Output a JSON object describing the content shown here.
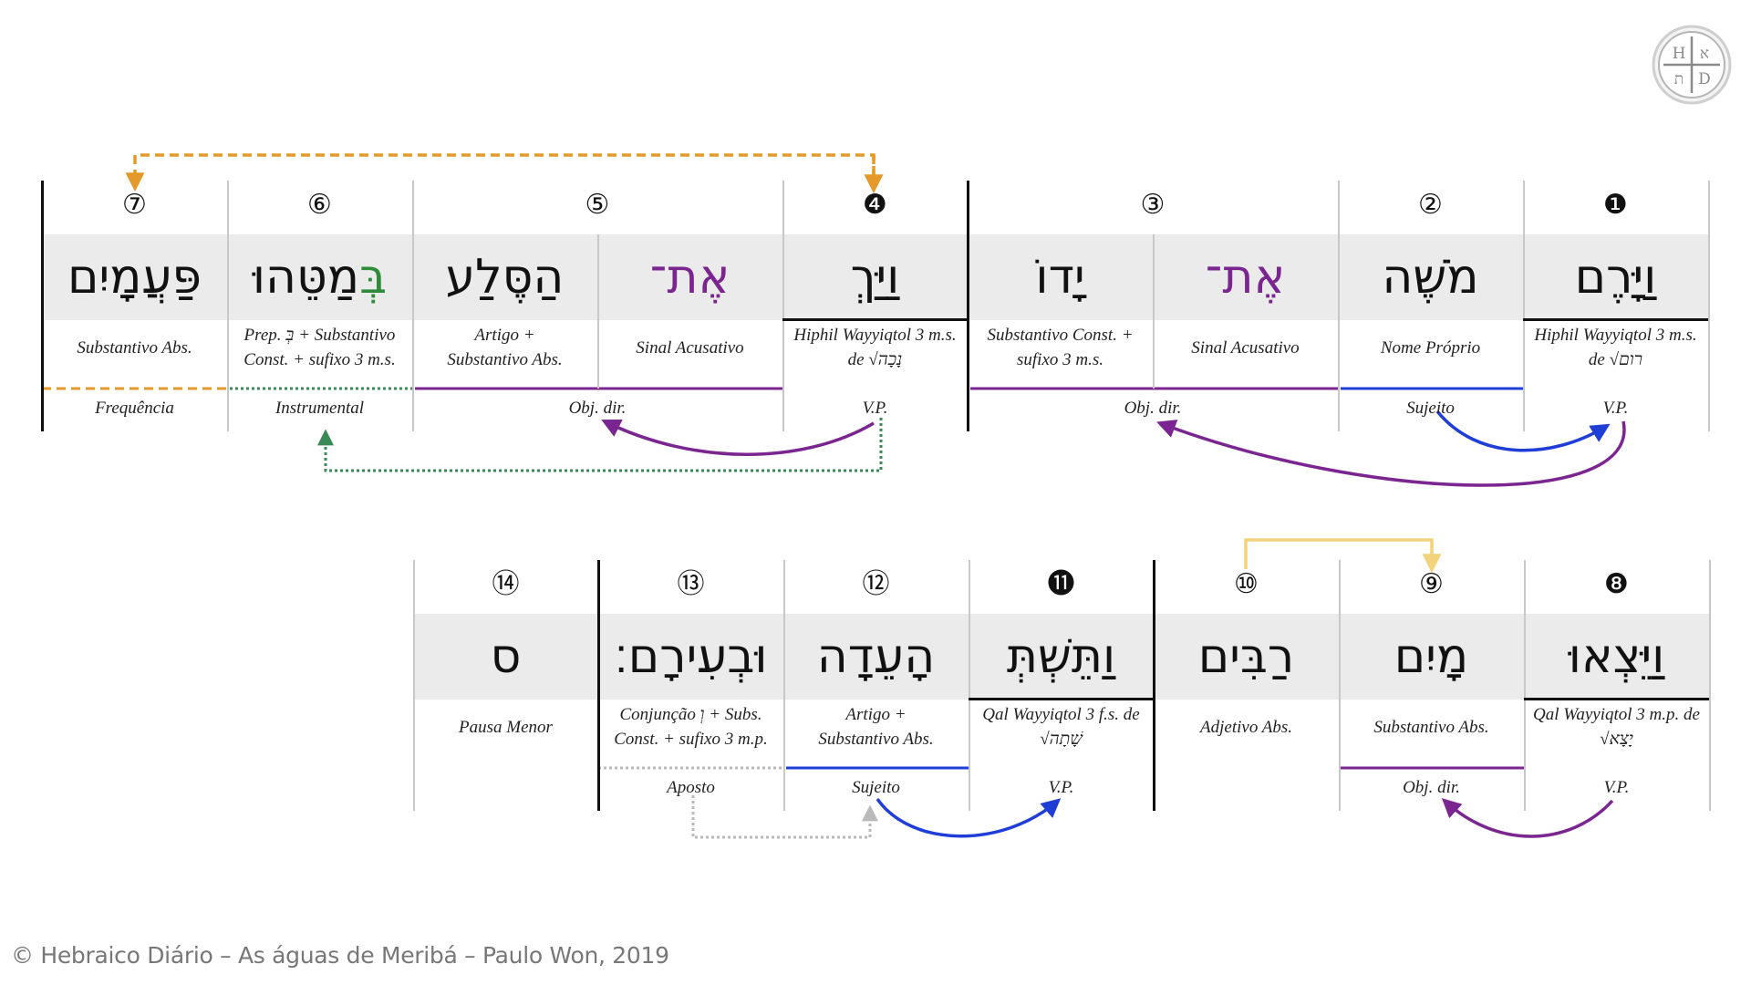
{
  "footer": "© Hebraico Diário – As águas de Meribá – Paulo Won, 2019",
  "logo": {
    "letters": [
      "H",
      "א",
      "ת",
      "D"
    ]
  },
  "colors": {
    "purple": "#7a2590",
    "blue": "#1f3ed8",
    "orange": "#e49a2a",
    "green": "#3a8a55",
    "gray": "#b9b9b9",
    "yellow": "#f2d27a"
  },
  "row1": {
    "units": [
      {
        "number": "⑦",
        "word": [
          {
            "t": "פַּעֲמָיִם"
          }
        ],
        "gram": [
          "Substantivo Abs."
        ],
        "func": "Frequência"
      },
      {
        "number": "⑥",
        "word": [
          {
            "t": "בְּ",
            "c": "green"
          },
          {
            "t": "מַטֵּהוּ"
          }
        ],
        "gram": [
          "Prep. בְּ + Substantivo",
          "Const. + sufixo 3 m.s."
        ],
        "func": "Instrumental"
      },
      {
        "number": "⑤",
        "word": [
          {
            "t": "הַסֶּלַע"
          }
        ],
        "gram": [
          "Artigo +",
          "Substantivo Abs."
        ],
        "func": "Obj. dir."
      },
      {
        "number": "",
        "word": [
          {
            "t": "אֶת־",
            "c": "purple"
          }
        ],
        "gram": [
          "Sinal Acusativo"
        ],
        "func": ""
      },
      {
        "number": "❹",
        "word": [
          {
            "t": "וַיַּךְ"
          }
        ],
        "gram": [
          "Hiphil Wayyiqtol  3 m.s.",
          "de √נָכָה"
        ],
        "func": "V.P."
      },
      {
        "number": "③",
        "word": [
          {
            "t": "יָדוֹ"
          }
        ],
        "gram": [
          "Substantivo Const. +",
          "sufixo 3 m.s."
        ],
        "func": "Obj. dir."
      },
      {
        "number": "",
        "word": [
          {
            "t": "אֶת־",
            "c": "purple"
          }
        ],
        "gram": [
          "Sinal Acusativo"
        ],
        "func": ""
      },
      {
        "number": "②",
        "word": [
          {
            "t": "מֹשֶׁה"
          }
        ],
        "gram": [
          "Nome Próprio"
        ],
        "func": "Sujeito"
      },
      {
        "number": "❶",
        "word": [
          {
            "t": "וַיָּרֶם"
          }
        ],
        "gram": [
          "Hiphil Wayyiqtol  3 m.s.",
          "de √רום"
        ],
        "func": "V.P."
      }
    ]
  },
  "row2": {
    "units": [
      {
        "number": "⑭",
        "word": [
          {
            "t": "ס"
          }
        ],
        "gram": [
          "Pausa Menor"
        ],
        "func": ""
      },
      {
        "number": "⑬",
        "word": [
          {
            "t": "וּבְעִירָם׃"
          }
        ],
        "gram": [
          "Conjunção וְ + Subs.",
          "Const. + sufixo 3 m.p."
        ],
        "func": "Aposto"
      },
      {
        "number": "⑫",
        "word": [
          {
            "t": "הָעֵדָה"
          }
        ],
        "gram": [
          "Artigo +",
          "Substantivo Abs."
        ],
        "func": "Sujeito"
      },
      {
        "number": "⓫",
        "word": [
          {
            "t": "וַתֵּשְׁתְּ"
          }
        ],
        "gram": [
          "Qal Wayyiqtol  3 f.s. de",
          "√שָׁתָה"
        ],
        "func": "V.P."
      },
      {
        "number": "⑩",
        "word": [
          {
            "t": "רַבִּים"
          }
        ],
        "gram": [
          "Adjetivo Abs."
        ],
        "func": ""
      },
      {
        "number": "⑨",
        "word": [
          {
            "t": "מָיִם"
          }
        ],
        "gram": [
          "Substantivo Abs."
        ],
        "func": "Obj. dir."
      },
      {
        "number": "❽",
        "word": [
          {
            "t": "וַיֵּצְאוּ"
          }
        ],
        "gram": [
          "Qal Wayyiqtol  3 m.p. de",
          "√יָצָא"
        ],
        "func": "V.P."
      }
    ]
  }
}
